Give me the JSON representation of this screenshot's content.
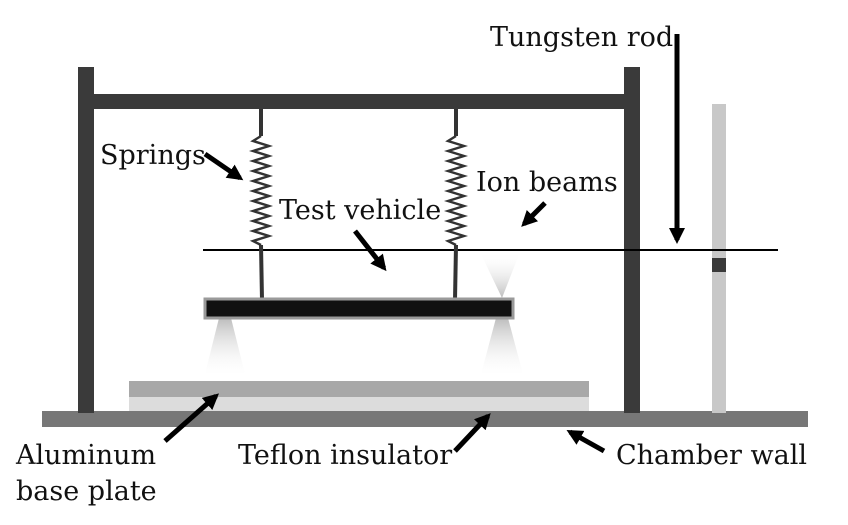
{
  "labels": {
    "tungsten_rod": "Tungsten rod",
    "springs": "Springs",
    "ion_beams": "Ion beams",
    "test_vehicle": "Test vehicle",
    "aluminum_line1": "Aluminum",
    "aluminum_line2": "base plate",
    "teflon_insulator": "Teflon insulator",
    "chamber_wall": "Chamber wall"
  },
  "colors": {
    "frame": "#3a3a3a",
    "base_strip": "#777777",
    "aluminum_plate": "#a8a8a8",
    "teflon_layer": "#dcdcdc",
    "rod_light": "#c8c8c8",
    "rod_band": "#3a3a3a",
    "vehicle": "#111111",
    "vehicle_border": "#9a9a9a",
    "spring": "#333333",
    "arrow": "#000000"
  }
}
